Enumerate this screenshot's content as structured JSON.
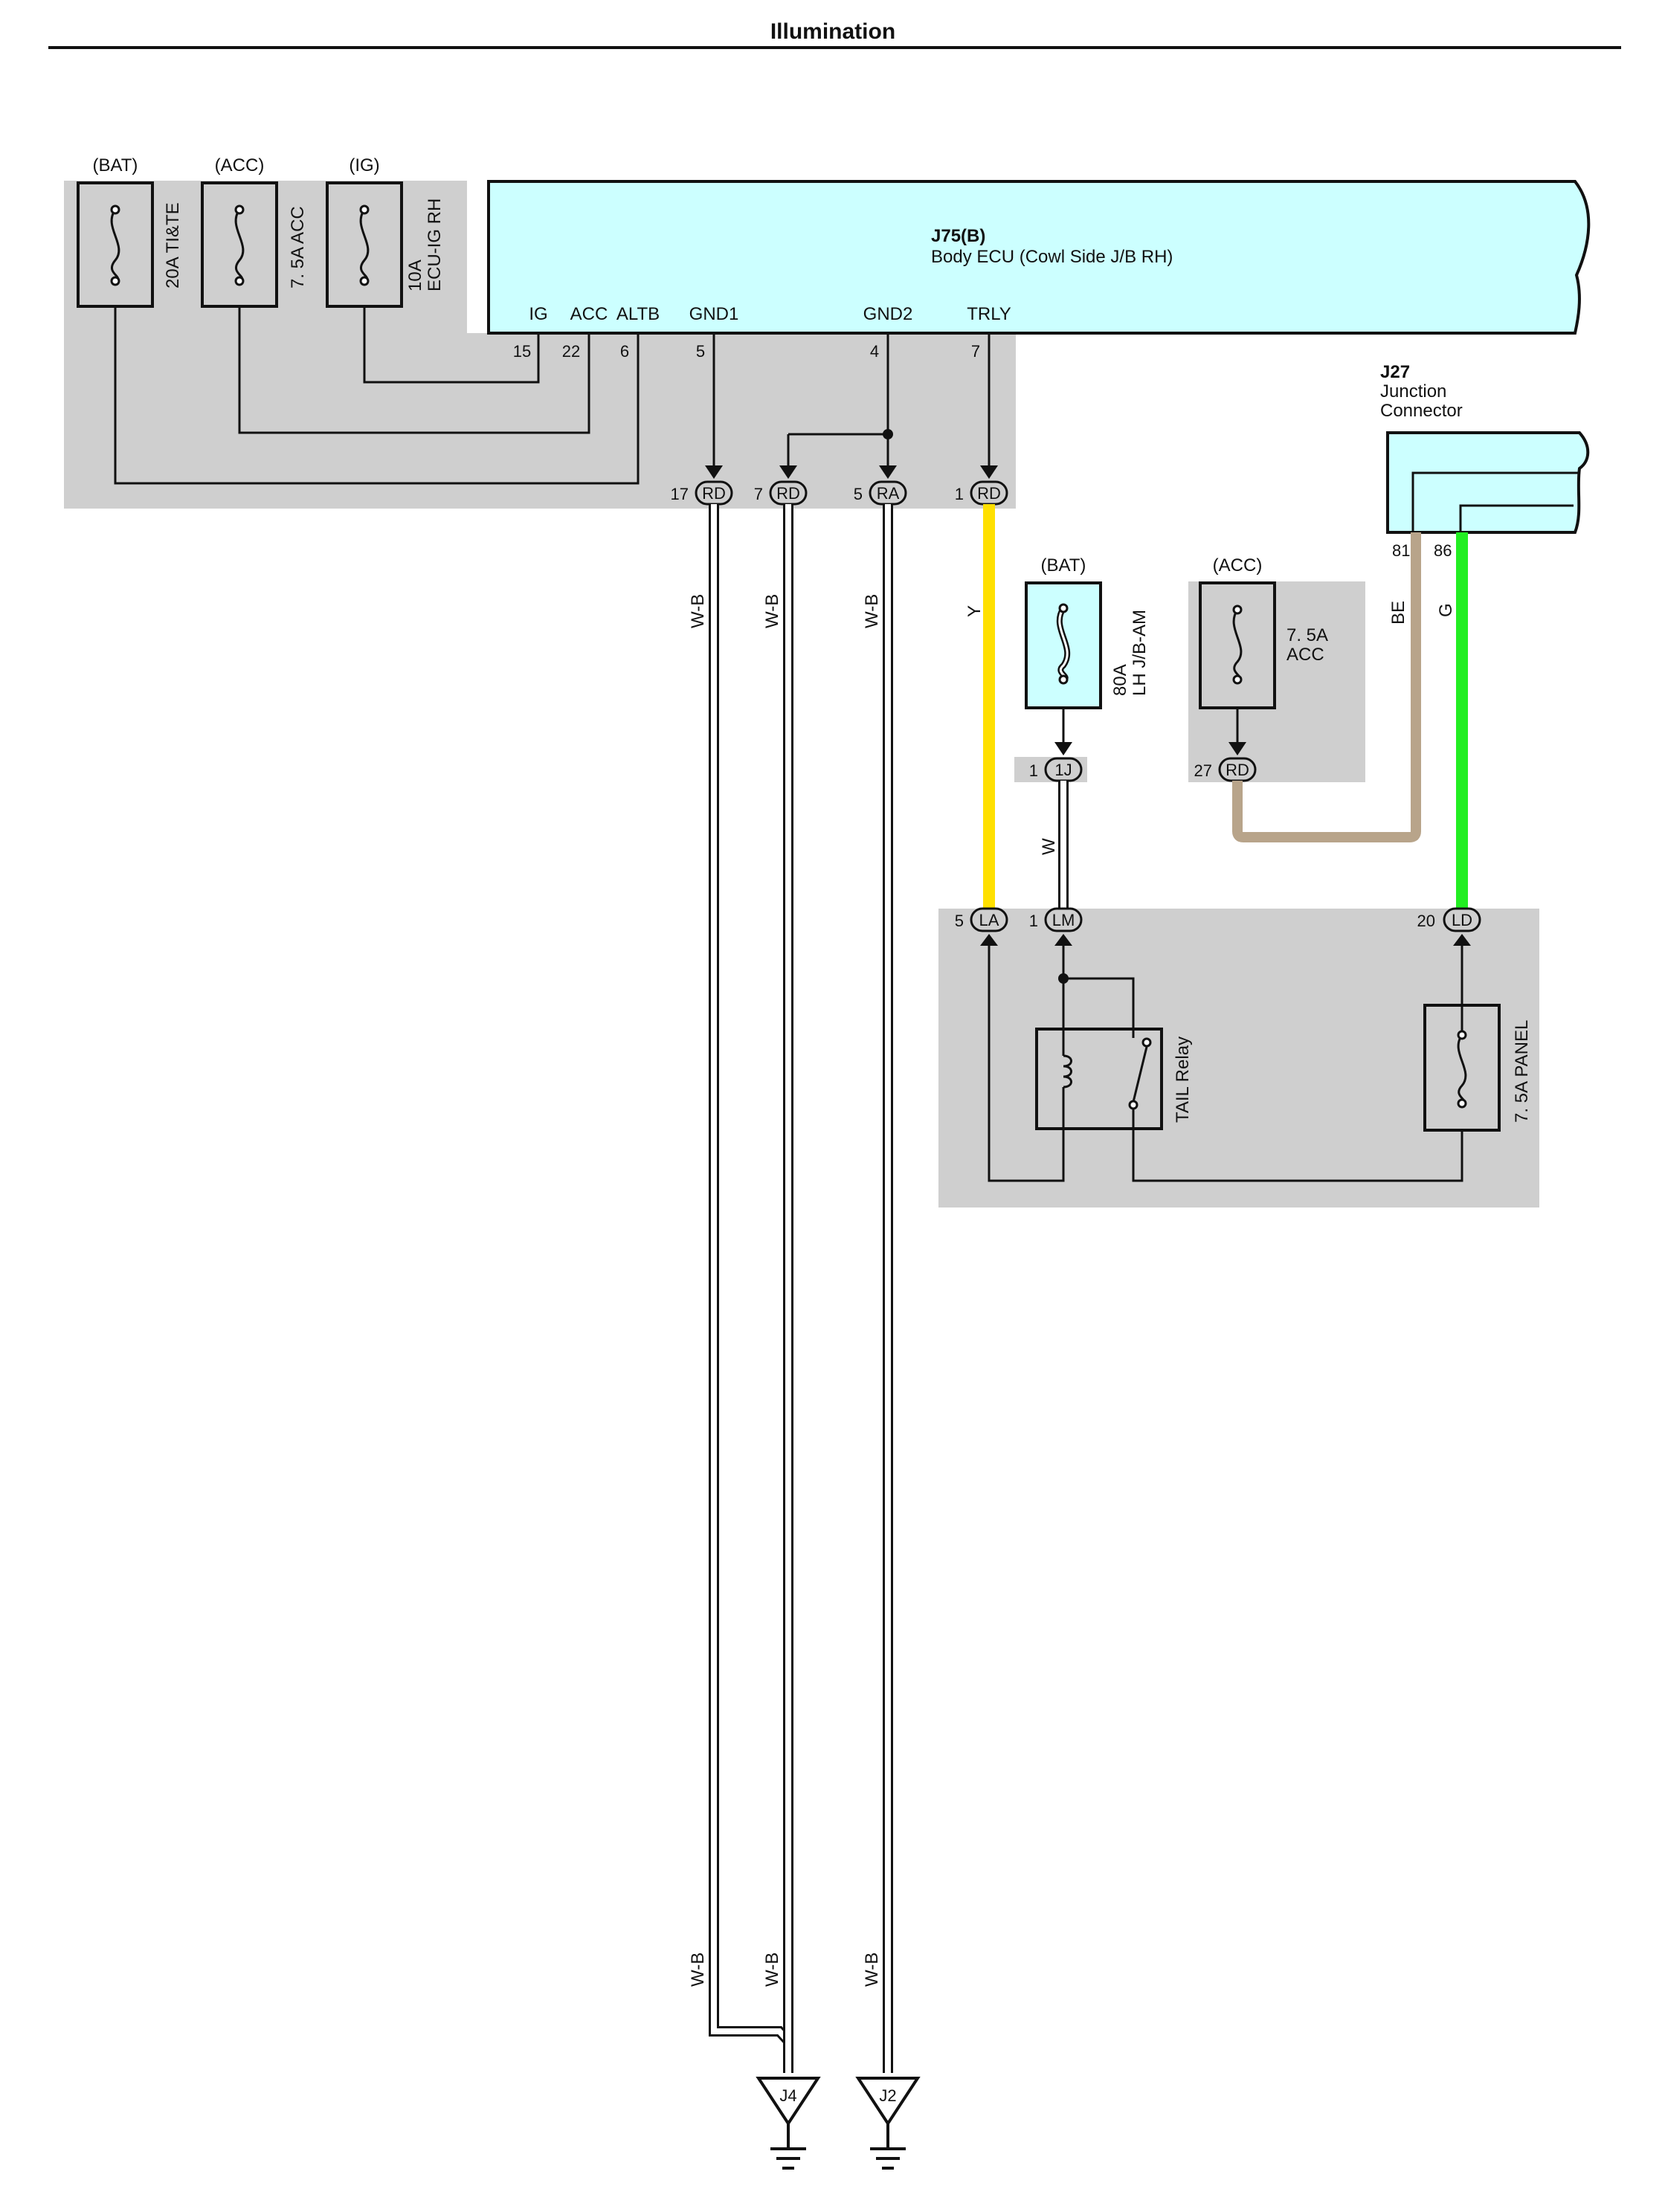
{
  "title": "Illumination",
  "colors": {
    "ecu_fill": "#ccffff",
    "shade": "#cfcfcf",
    "wire_y": "#ffe000",
    "wire_g": "#22ee22",
    "wire_be": "#b8a48a",
    "wire_wb": "#ffffff"
  },
  "ecu": {
    "id": "J75(B)",
    "name": "Body ECU (Cowl Side J/B RH)",
    "pins": [
      {
        "label": "IG",
        "num": "15"
      },
      {
        "label": "ACC",
        "num": "22"
      },
      {
        "label": "ALTB",
        "num": "6"
      },
      {
        "label": "GND1",
        "num": "5"
      },
      {
        "label": "GND2",
        "num": "4"
      },
      {
        "label": "TRLY",
        "num": "7"
      }
    ]
  },
  "top_fuses": [
    {
      "source": "(BAT)",
      "rating": "20A TI&TE",
      "name": ""
    },
    {
      "source": "(ACC)",
      "rating": "7. 5A ACC",
      "name": ""
    },
    {
      "source": "(IG)",
      "rating": "10A",
      "name": "ECU-IG RH"
    }
  ],
  "ecu_connectors": [
    {
      "num": "17",
      "code": "RD"
    },
    {
      "num": "7",
      "code": "RD"
    },
    {
      "num": "5",
      "code": "RA"
    },
    {
      "num": "1",
      "code": "RD"
    }
  ],
  "wire_labels": {
    "wb": "W-B",
    "y": "Y",
    "w": "W",
    "be": "BE",
    "g": "G"
  },
  "junction": {
    "id": "J27",
    "name_line1": "Junction",
    "name_line2": "Connector",
    "pin_a": "81",
    "pin_b": "86"
  },
  "fuse_80a": {
    "source": "(BAT)",
    "rating": "80A",
    "name": "LH J/B-AM",
    "conn_num": "1",
    "conn_code": "1J"
  },
  "fuse_acc2": {
    "source": "(ACC)",
    "rating": "7. 5A",
    "name": "ACC",
    "conn_num": "27",
    "conn_code": "RD"
  },
  "lower_connectors": [
    {
      "num": "5",
      "code": "LA"
    },
    {
      "num": "1",
      "code": "LM"
    },
    {
      "num": "20",
      "code": "LD"
    }
  ],
  "relay": {
    "name": "TAIL Relay"
  },
  "panel_fuse": {
    "name": "7. 5A PANEL"
  },
  "grounds": [
    {
      "id": "J4"
    },
    {
      "id": "J2"
    }
  ]
}
